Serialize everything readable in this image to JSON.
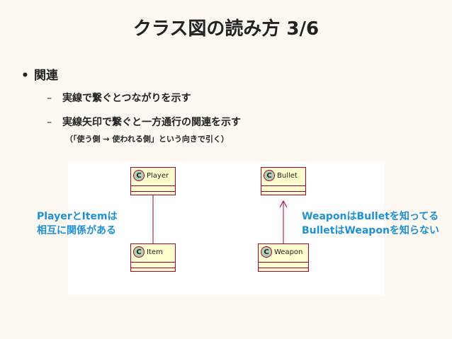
{
  "title": "クラス図の読み方 3/6",
  "bullet": {
    "dot": "•",
    "label": "関連"
  },
  "sub_items": [
    {
      "dash": "–",
      "text": "実線で繋ぐとつながりを示す"
    },
    {
      "dash": "–",
      "text": "実線矢印で繋ぐと一方通行の関連を示す"
    }
  ],
  "note": "（「使う側 → 使われる側」という向きで引く）",
  "diagram": {
    "stereotype": "C",
    "classes": {
      "player": "Player",
      "item": "Item",
      "bullet": "Bullet",
      "weapon": "Weapon"
    },
    "line_color": "#a80036",
    "class_fill": "#fefece"
  },
  "captions": {
    "left_line1": "PlayerとItemは",
    "left_line2": "相互に関係がある",
    "right_line1": "WeaponはBulletを知ってる",
    "right_line2": "BulletはWeaponを知らない",
    "color": "#1e90d6"
  }
}
